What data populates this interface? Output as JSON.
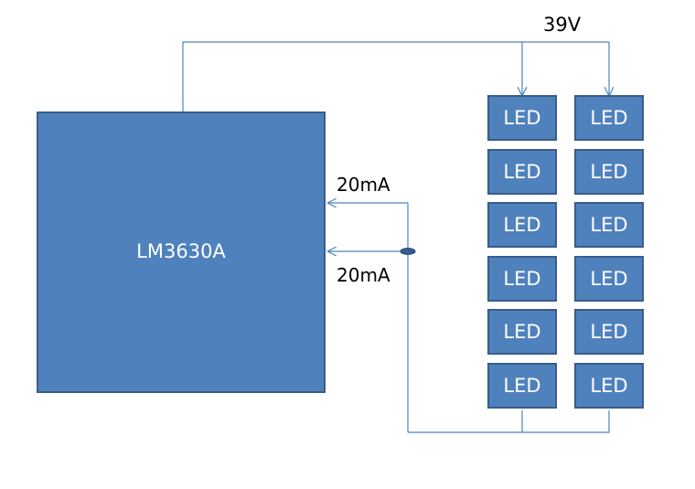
{
  "diagram": {
    "chip_label": "LM3630A",
    "supply_voltage": "39V",
    "current_top": "20mA",
    "current_bottom": "20mA",
    "led_label": "LED",
    "led_strings": 2,
    "leds_per_string": 6
  },
  "colors": {
    "block_fill": "#4f81bd",
    "block_border": "#385d8a",
    "wire": "#4f81bd",
    "block_text": "#ffffff",
    "label_text": "#000000"
  }
}
